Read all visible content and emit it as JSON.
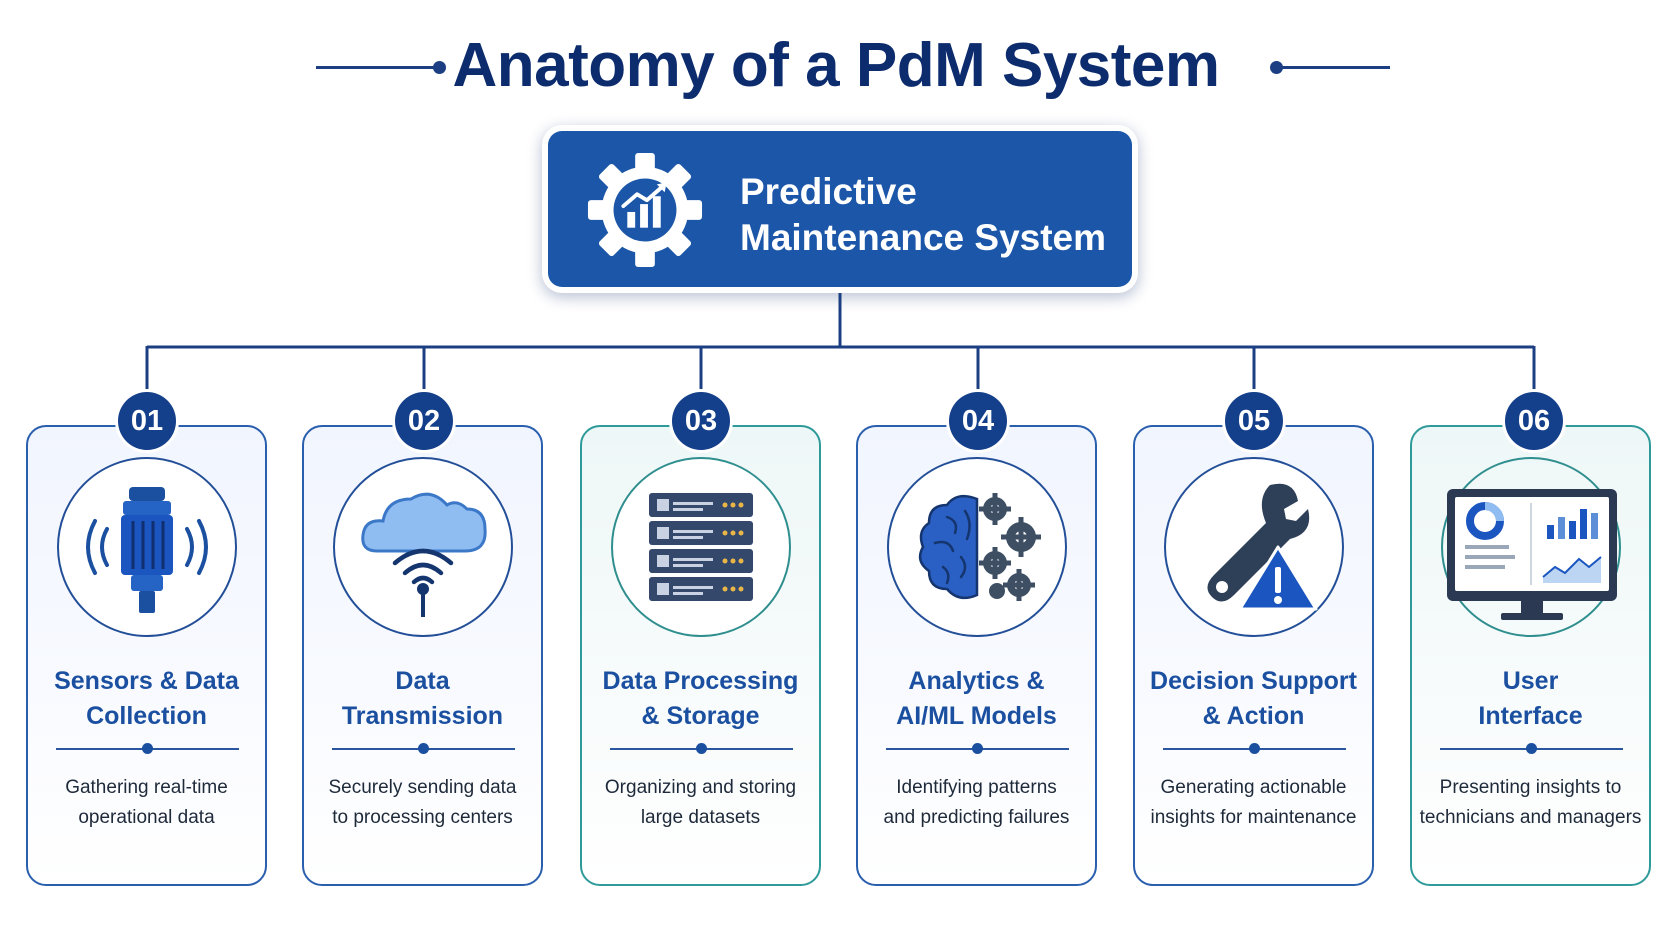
{
  "title": "Anatomy of a PdM System",
  "main": {
    "line1": "Predictive",
    "line2": "Maintenance System",
    "icon": "gear-chart-icon"
  },
  "colors": {
    "navy": "#0d2c6e",
    "primary": "#1b56a8",
    "badge": "#143f8a",
    "teal_border": "#2f9a9a"
  },
  "components": [
    {
      "num": "01",
      "title1": "Sensors & Data",
      "title2": "Collection",
      "desc1": "Gathering real-time",
      "desc2": "operational data",
      "icon": "sensor-icon",
      "style": "blue"
    },
    {
      "num": "02",
      "title1": "Data",
      "title2": "Transmission",
      "desc1": "Securely sending data",
      "desc2": "to processing centers",
      "icon": "cloud-wifi-icon",
      "style": "blue"
    },
    {
      "num": "03",
      "title1": "Data Processing",
      "title2": "& Storage",
      "desc1": "Organizing and storing",
      "desc2": "large datasets",
      "icon": "server-rack-icon",
      "style": "teal"
    },
    {
      "num": "04",
      "title1": "Analytics &",
      "title2": "AI/ML Models",
      "desc1": "Identifying patterns",
      "desc2": "and predicting failures",
      "icon": "brain-gears-icon",
      "style": "blue"
    },
    {
      "num": "05",
      "title1": "Decision Support",
      "title2": "& Action",
      "desc1": "Generating actionable",
      "desc2": "insights for maintenance",
      "icon": "wrench-warning-icon",
      "style": "blue"
    },
    {
      "num": "06",
      "title1": "User",
      "title2": "Interface",
      "desc1": "Presenting insights to",
      "desc2": "technicians and managers",
      "icon": "dashboard-monitor-icon",
      "style": "teal"
    }
  ]
}
